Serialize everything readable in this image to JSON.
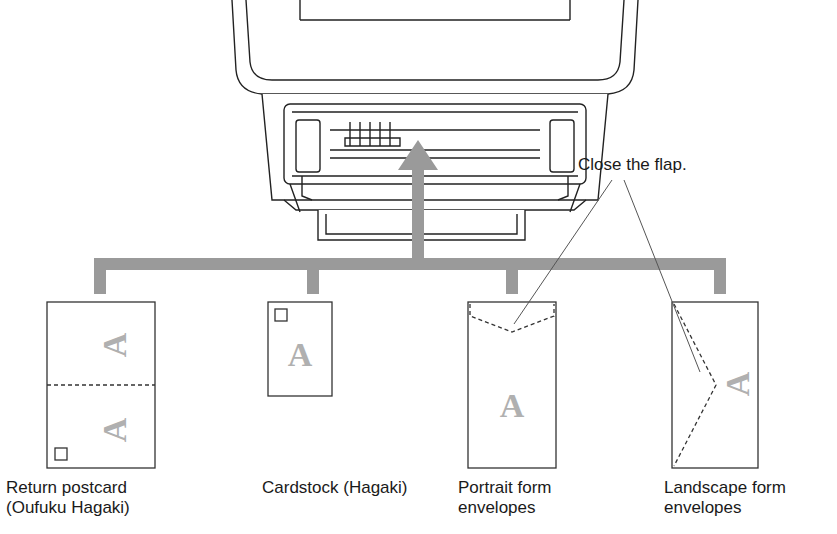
{
  "diagram": {
    "labels": [
      "Close the flap.",
      "A",
      "A",
      "A",
      "A",
      "A",
      "Return postcard (Oufuku Hagaki)",
      "Cardstock (Hagaki)",
      "Portrait form envelopes",
      "Landscape form envelopes"
    ]
  }
}
